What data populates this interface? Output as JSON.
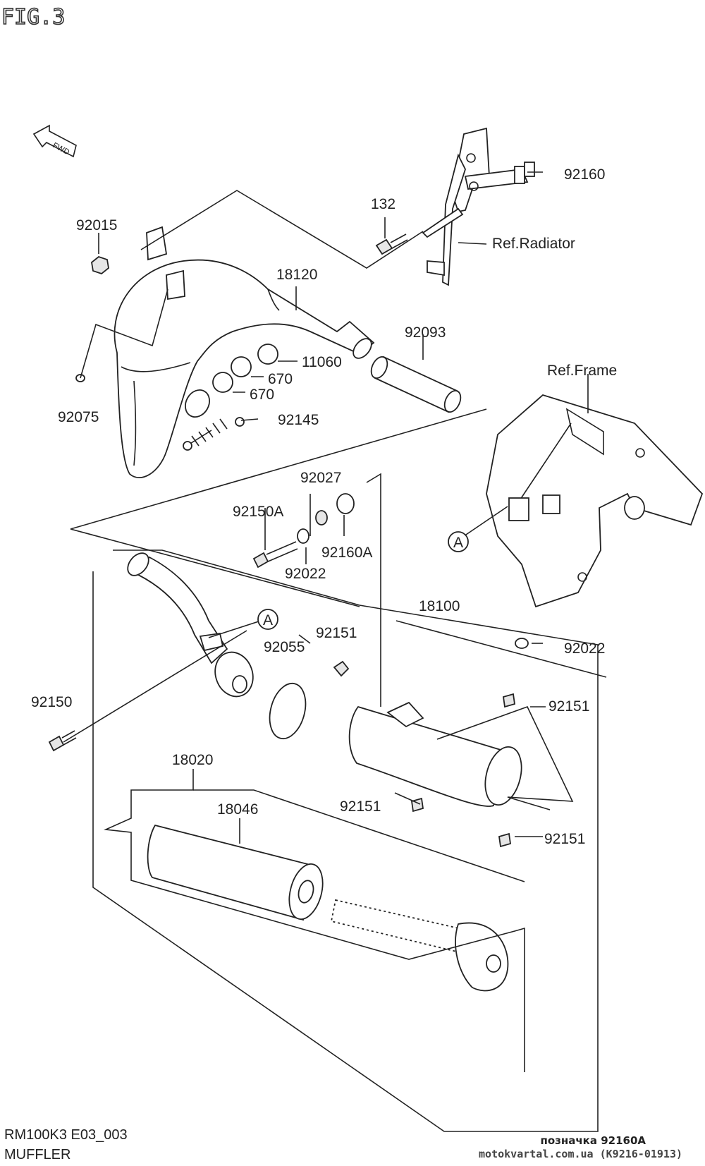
{
  "figure": {
    "label": "FIG.3"
  },
  "fwd_arrow": {
    "text": "FWD",
    "icon": "fwd-arrow-icon"
  },
  "callouts": {
    "p92160": "92160",
    "p132": "132",
    "ref_radiator": "Ref.Radiator",
    "p92015": "92015",
    "p18120": "18120",
    "p92093": "92093",
    "p11060": "11060",
    "p670a": "670",
    "p670b": "670",
    "p92075": "92075",
    "p92145": "92145",
    "ref_frame": "Ref.Frame",
    "p92027": "92027",
    "p92150A": "92150A",
    "p92160A": "92160A",
    "p92022a": "92022",
    "markA1": "A",
    "markA2": "A",
    "p18100": "18100",
    "p92151a": "92151",
    "p92055": "92055",
    "p92022b": "92022",
    "p92150": "92150",
    "p92151b": "92151",
    "p18020": "18020",
    "p18046": "18046",
    "p92151c": "92151",
    "p92151d": "92151"
  },
  "footer": {
    "model_code": "RM100K3 E03_003",
    "section_title": "MUFFLER",
    "note": "позначка 92160A",
    "watermark": "motokvartal.com.ua (K9216-01913)"
  }
}
